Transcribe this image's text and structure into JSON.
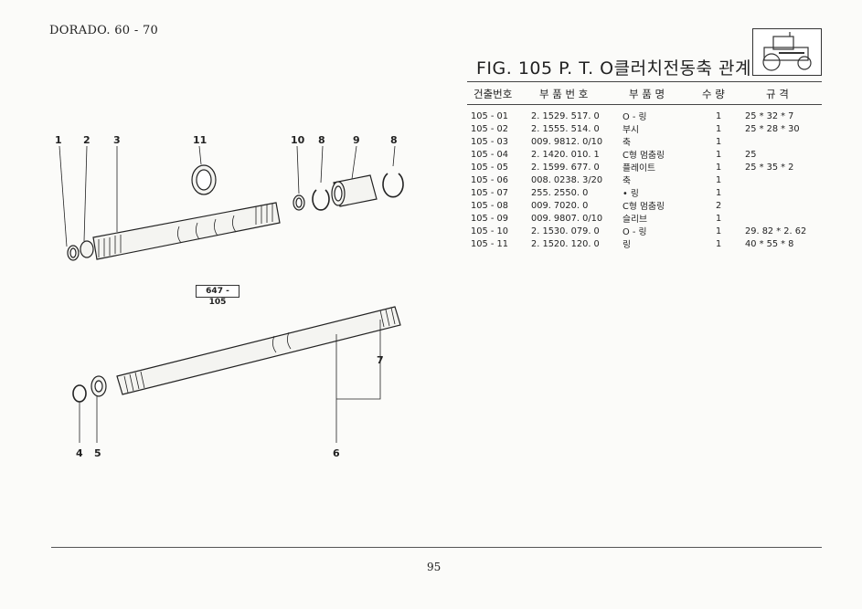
{
  "header": {
    "model": "DORADO. 60 - 70"
  },
  "figure": {
    "title": "FIG. 105 P. T. O클러치전동축 관계",
    "ref_label": "647 - 105",
    "callouts": [
      "1",
      "2",
      "3",
      "11",
      "10",
      "8",
      "9",
      "8",
      "7",
      "6",
      "4",
      "5"
    ]
  },
  "table": {
    "headers": [
      "건출번호",
      "부 품 번 호",
      "부 품 명",
      "수 량",
      "규 격"
    ],
    "rows": [
      [
        "105 - 01",
        "2. 1529. 517. 0",
        "O - 링",
        "1",
        "25 * 32 * 7"
      ],
      [
        "105 - 02",
        "2. 1555. 514. 0",
        "부시",
        "1",
        "25 * 28 * 30"
      ],
      [
        "105 - 03",
        "009. 9812. 0/10",
        "축",
        "1",
        ""
      ],
      [
        "105 - 04",
        "2. 1420. 010. 1",
        "C형 멈춤링",
        "1",
        "25"
      ],
      [
        "105 - 05",
        "2. 1599. 677. 0",
        "플레이트",
        "1",
        "25 * 35 * 2"
      ],
      [
        "105 - 06",
        "008. 0238. 3/20",
        "축",
        "1",
        ""
      ],
      [
        "105 - 07",
        "255. 2550. 0",
        "• 링",
        "1",
        ""
      ],
      [
        "105 - 08",
        "009. 7020. 0",
        "C형 멈춤링",
        "2",
        ""
      ],
      [
        "105 - 09",
        "009. 9807. 0/10",
        "슬리브",
        "1",
        ""
      ],
      [
        "105 - 10",
        "2. 1530. 079. 0",
        "O - 링",
        "1",
        "29. 82 * 2. 62"
      ],
      [
        "105 - 11",
        "2. 1520. 120. 0",
        "링",
        "1",
        "40 * 55 * 8"
      ]
    ]
  },
  "footer": {
    "page_number": "95"
  }
}
